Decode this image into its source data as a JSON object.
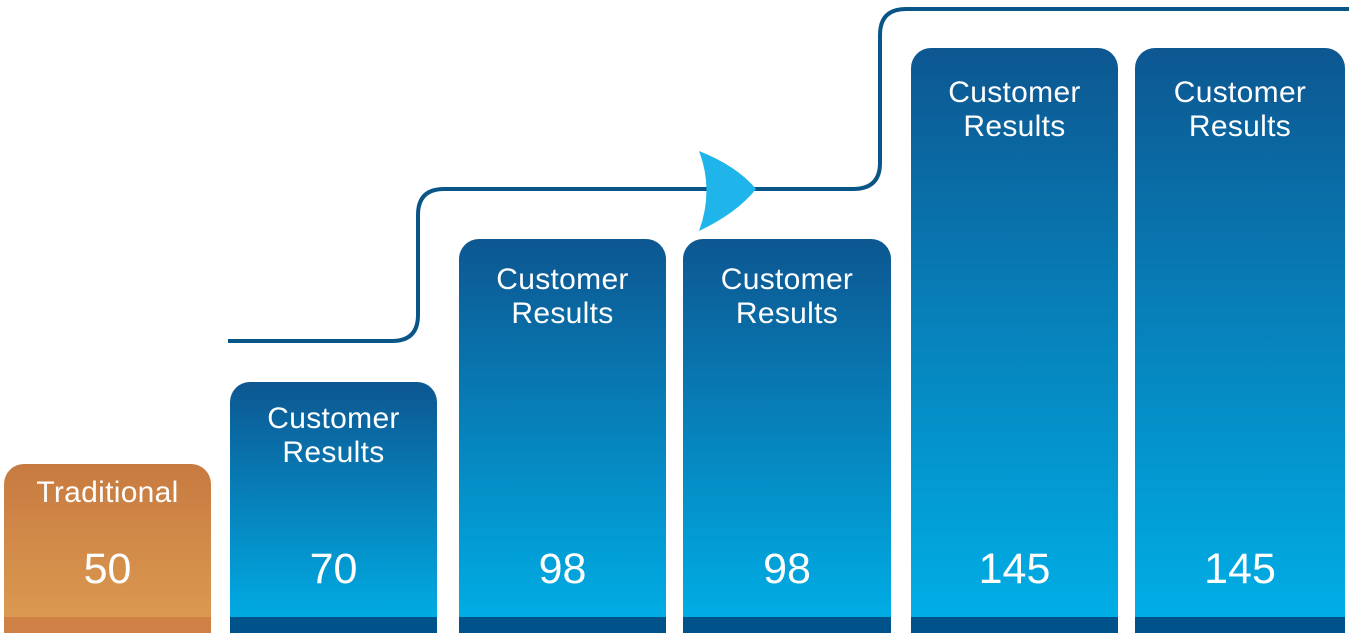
{
  "chart_data": {
    "type": "bar",
    "title": "",
    "xlabel": "",
    "ylabel": "",
    "categories": [
      "Traditional",
      "Customer Results",
      "Customer Results",
      "Customer Results",
      "Customer Results",
      "Customer Results"
    ],
    "values": [
      50,
      70,
      98,
      98,
      145,
      145
    ],
    "bars": [
      {
        "label": "Traditional",
        "value": "50",
        "theme": "orange"
      },
      {
        "label": "Customer Results",
        "value": "70",
        "theme": "blue"
      },
      {
        "label": "Customer Results",
        "value": "98",
        "theme": "blue"
      },
      {
        "label": "Customer Results",
        "value": "98",
        "theme": "blue"
      },
      {
        "label": "Customer Results",
        "value": "145",
        "theme": "blue"
      },
      {
        "label": "Customer Results",
        "value": "145",
        "theme": "blue"
      }
    ],
    "annotation": {
      "name": "stepped-progression-line",
      "description": "Ascending stepped line rising left-to-right above the bars, with a cyan right-pointing arrowhead on the middle segment, exiting at the top-right edge"
    },
    "layout": {
      "axes_visible": false,
      "grid": false,
      "legend": "none",
      "value_labels_inside_bars": true,
      "bar_corner": "rounded-top",
      "bar_footer_strip": true
    },
    "colors": {
      "blue_top": "#0d5791",
      "blue_bottom": "#00b0e8",
      "blue_footer": "#00538a",
      "orange_top": "#c77a40",
      "orange_bottom": "#dd9c52",
      "orange_footer": "#cf8044",
      "line": "#0a5588",
      "arrow": "#1fb4ea",
      "text": "#ffffff"
    }
  }
}
